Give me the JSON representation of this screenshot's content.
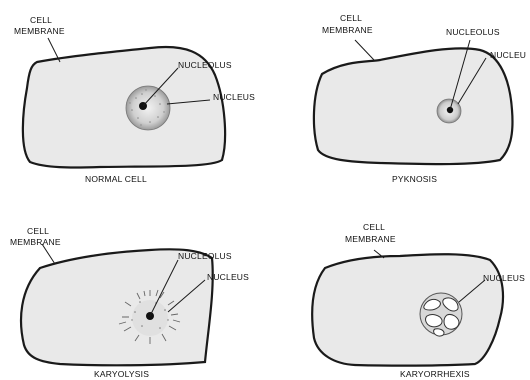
{
  "panels": {
    "normal": {
      "membrane_line1": "CELL",
      "membrane_line2": "MEMBRANE",
      "nucleolus": "NUCLEOLUS",
      "nucleus": "NUCLEUS",
      "caption": "NORMAL CELL"
    },
    "pyknosis": {
      "membrane_line1": "CELL",
      "membrane_line2": "MEMBRANE",
      "nucleolus": "NUCLEOLUS",
      "nucleus": "NUCLEU",
      "caption": "PYKNOSIS"
    },
    "karyolysis": {
      "membrane_line1": "CELL",
      "membrane_line2": "MEMBRANE",
      "nucleolus": "NUCLEOLUS",
      "nucleus": "NUCLEUS",
      "caption": "KARYOLYSIS"
    },
    "karyorrhexis": {
      "membrane_line1": "CELL",
      "membrane_line2": "MEMBRANE",
      "nucleus": "NUCLEUS",
      "caption": "KARYORRHEXIS"
    }
  },
  "colors": {
    "cytoplasm": "#e9e9e9",
    "outline": "#1a1a1a",
    "nucleus_fill": "#d4d4d4"
  }
}
